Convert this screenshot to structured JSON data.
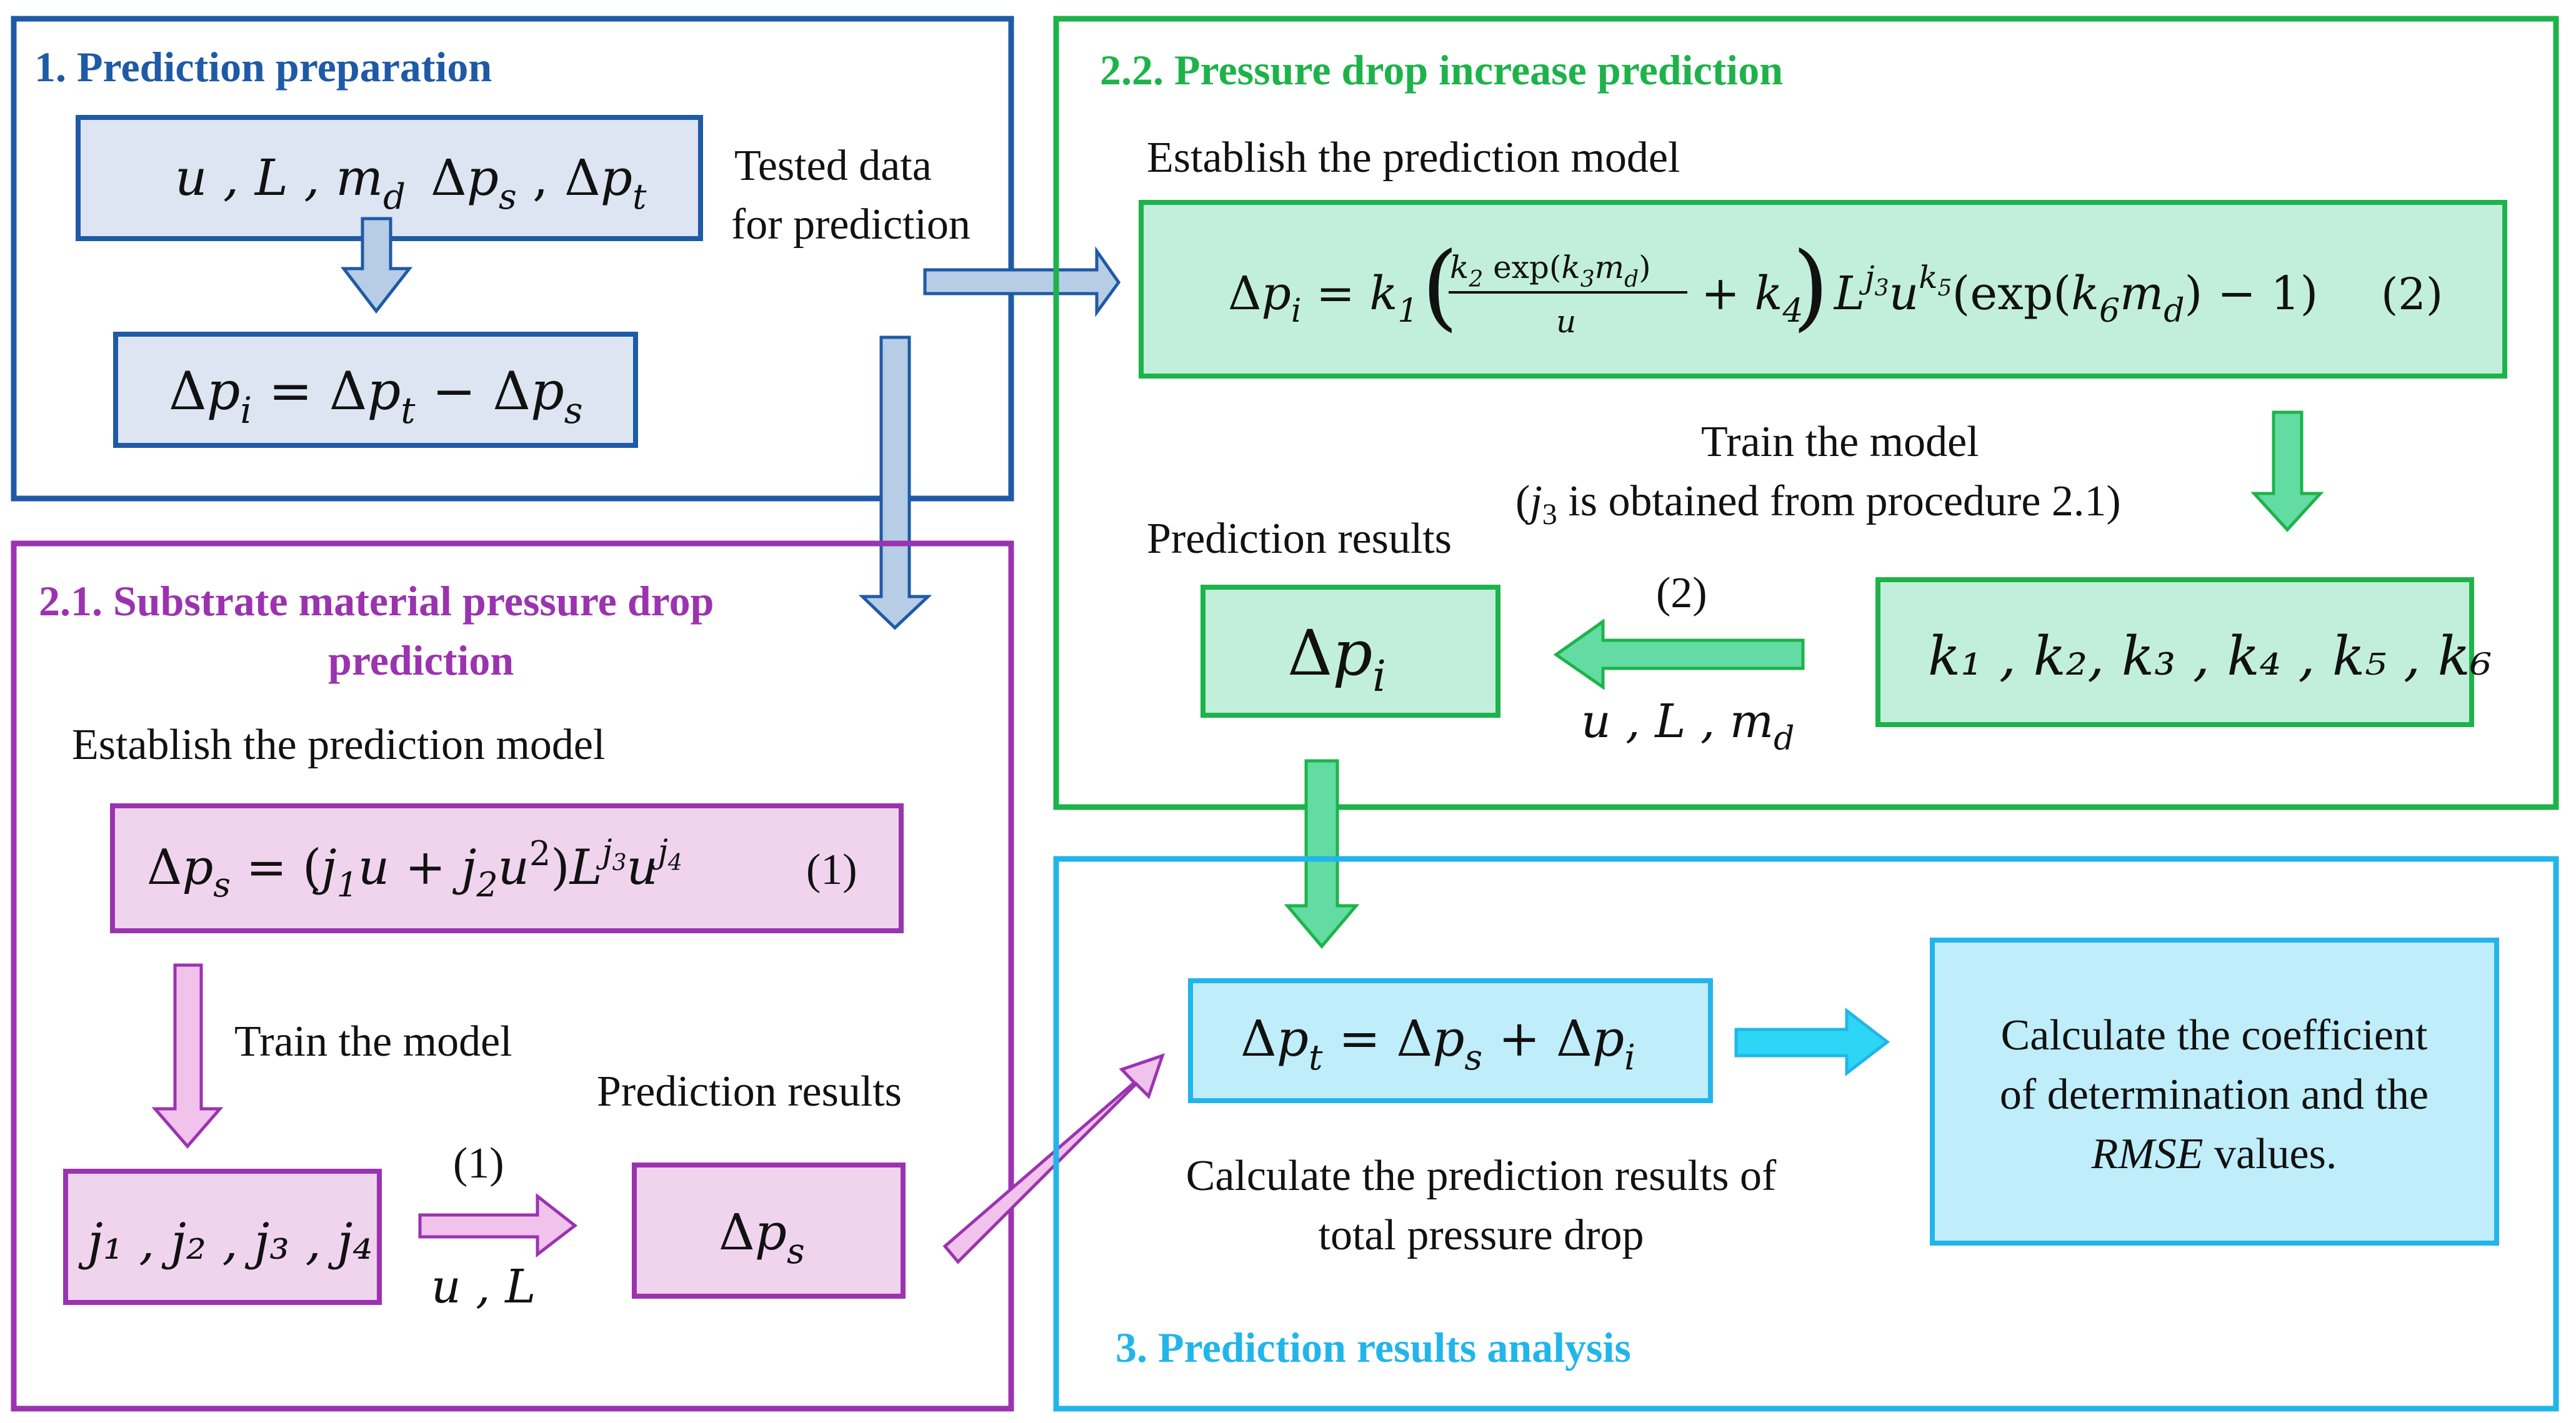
{
  "sections": {
    "s1": {
      "title": "1. Prediction preparation",
      "color": "#1f5aa6",
      "box_fill": "#dce5f1"
    },
    "s21": {
      "title_line1": "2.1. Substrate material pressure drop",
      "title_line2": "prediction",
      "color": "#9b33b0",
      "box_fill": "#f0d4ee"
    },
    "s22": {
      "title": "2.2. Pressure drop increase prediction",
      "color": "#1db34a",
      "box_fill": "#c2efdc"
    },
    "s3": {
      "title": "3. Prediction results analysis",
      "color": "#22b5ea",
      "box_fill": "#bfeefa"
    }
  },
  "labels": {
    "tested_data_1": "Tested data",
    "tested_data_2": "for prediction",
    "establish_s22": "Establish the prediction model",
    "train_s22_1": "Train the model",
    "train_s22_2a": "(",
    "train_s22_2b": "j",
    "train_s22_2c": "3",
    "train_s22_2d": " is obtained from procedure 2.1)",
    "pred_results_s22": "Prediction results",
    "eq2_tag": "(2)",
    "establish_s21": "Establish the prediction model",
    "eq1_tag": "(1)",
    "train_s21": "Train the model",
    "pred_results_s21": "Prediction results",
    "calc_total_1": "Calculate the prediction results of",
    "calc_total_2": "total pressure drop",
    "calc_coef_1": "Calculate the coefficient",
    "calc_coef_2": "of determination and the",
    "calc_coef_3a": "RMSE",
    "calc_coef_3b": " values."
  },
  "math": {
    "inputs_box": "u , L , m",
    "inputs_box_sub": "d",
    "inputs_box_rest": "Δp",
    "dp_i_formula": "Δp",
    "k_params": "k₁ , k₂, k₃ , k₄ , k₅ , k₆",
    "dp_i_result": "Δp",
    "u_L_md": "u , L , m",
    "j_params": "j₁ , j₂ , j₃ , j₄",
    "dp_s_result": "Δp",
    "u_L": "u , L",
    "arrow_label_2": "(2)",
    "arrow_label_1": "(1)"
  }
}
